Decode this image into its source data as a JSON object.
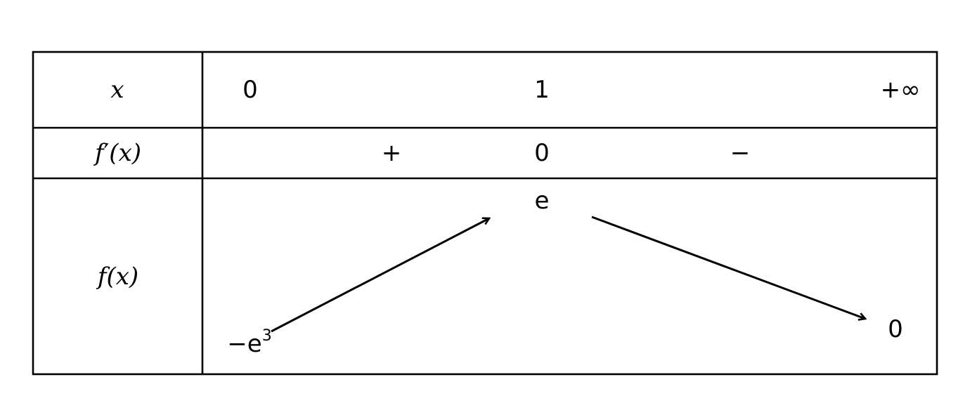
{
  "table": {
    "row_labels": {
      "x": {
        "name": "x"
      },
      "derivative": {
        "func": "f",
        "prime": "′",
        "arg": "(x)"
      },
      "function": {
        "func": "f",
        "arg": "(x)"
      }
    },
    "x_values": [
      "0",
      "1",
      "+∞"
    ],
    "derivative_signs": [
      "+",
      "0",
      "−"
    ],
    "function_values": {
      "start": {
        "base": "−e",
        "exponent": "3"
      },
      "maximum": "e",
      "end": "0"
    },
    "variations": [
      {
        "from": "start",
        "to": "maximum",
        "direction": "increasing"
      },
      {
        "from": "maximum",
        "to": "end",
        "direction": "decreasing"
      }
    ]
  }
}
